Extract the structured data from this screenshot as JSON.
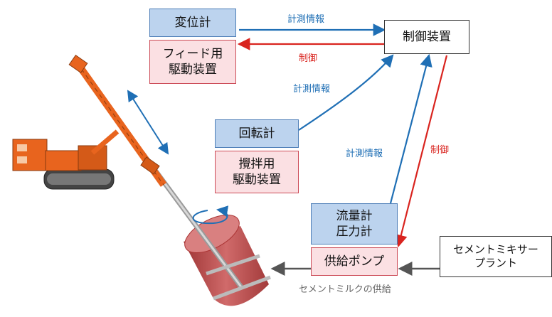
{
  "boxes": {
    "displacement_meter": "変位計",
    "feed_drive_line1": "フィード用",
    "feed_drive_line2": "駆動装置",
    "controller": "制御装置",
    "rotation_meter": "回転計",
    "stir_drive_line1": "攪拌用",
    "stir_drive_line2": "駆動装置",
    "flow_meter": "流量計",
    "pressure_meter": "圧力計",
    "supply_pump": "供給ポンプ",
    "plant_line1": "セメントミキサー",
    "plant_line2": "プラント"
  },
  "labels": {
    "measurement_info_top": "計測情報",
    "control_top": "制御",
    "measurement_info_mid": "計測情報",
    "measurement_info_flow": "計測情報",
    "control_right": "制御",
    "cement_milk_supply": "セメントミルクの供給"
  },
  "colors": {
    "info_arrow": "#1f6fb5",
    "control_arrow": "#d9241f",
    "supply_arrow": "#555555",
    "machine_orange": "#e8641e",
    "soil_column": "#b94a4a"
  }
}
